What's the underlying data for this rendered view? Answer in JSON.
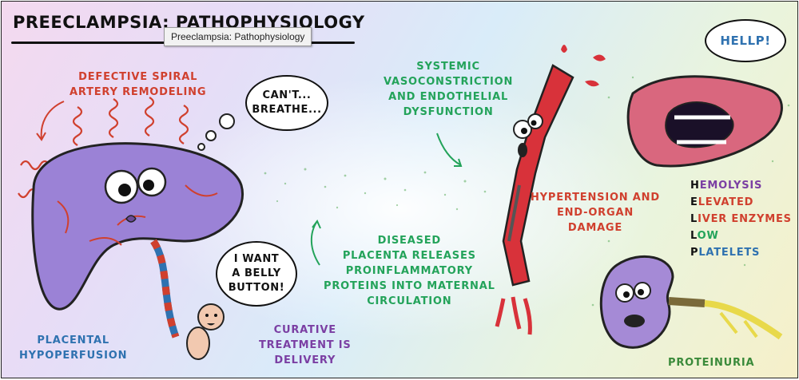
{
  "tooltip": "Preeclampsia: Pathophysiology",
  "title": "PREECLAMPSIA: PATHOPHYSIOLOGY",
  "labels": {
    "defective_remodeling": [
      "DEFECTIVE SPIRAL",
      "ARTERY REMODELING"
    ],
    "vasoconstriction": [
      "SYSTEMIC",
      "VASOCONSTRICTION",
      "AND ENDOTHELIAL",
      "DYSFUNCTION"
    ],
    "hypertension": [
      "HYPERTENSION AND",
      "END-ORGAN",
      "DAMAGE"
    ],
    "diseased_placenta": [
      "DISEASED",
      "PLACENTA RELEASES",
      "PROINFLAMMATORY",
      "PROTEINS INTO MATERNAL",
      "CIRCULATION"
    ],
    "placental_hypoperfusion": [
      "PLACENTAL",
      "HYPOPERFUSION"
    ],
    "curative": [
      "CURATIVE",
      "TREATMENT IS",
      "DELIVERY"
    ],
    "proteinuria": "PROTEINURIA"
  },
  "bubbles": {
    "cant_breathe": [
      "CAN'T...",
      "BREATHE..."
    ],
    "belly_button": [
      "I WANT",
      "A BELLY",
      "BUTTON!"
    ],
    "hellp_shout": "HELLP!"
  },
  "hellp": [
    {
      "initial": "H",
      "rest": "EMOLYSIS",
      "color": "#7b3fa3"
    },
    {
      "initial": "E",
      "rest": "LEVATED",
      "color": "#d0402e"
    },
    {
      "initial": "L",
      "rest": "IVER ENZYMES",
      "color": "#d0402e"
    },
    {
      "initial": "L",
      "rest": "OW",
      "color": "#23a35a"
    },
    {
      "initial": "P",
      "rest": "LATELETS",
      "color": "#2f72b0"
    }
  ],
  "colors": {
    "placenta": "#9b82d6",
    "vessel": "#d8323a",
    "liver": "#d9677e",
    "kidney": "#a58ad6",
    "urine": "#e8d94a"
  }
}
